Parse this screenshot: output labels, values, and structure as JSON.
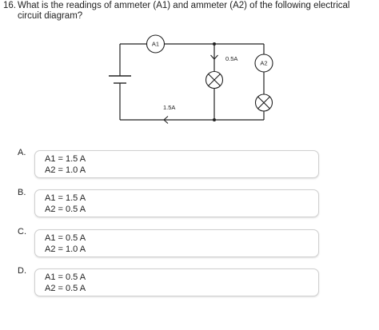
{
  "question": {
    "number": "16.",
    "text": "What is the readings of ammeter (A1) and ammeter (A2) of the following electrical circuit diagram?"
  },
  "circuit": {
    "ammeter1_label": "A1",
    "ammeter2_label": "A2",
    "branch_current_label": "0.5A",
    "main_current_label": "1.5A"
  },
  "options": [
    {
      "letter": "A.",
      "line1": "A1 = 1.5 A",
      "line2": "A2 = 1.0 A"
    },
    {
      "letter": "B.",
      "line1": "A1 = 1.5 A",
      "line2": "A2 = 0.5 A"
    },
    {
      "letter": "C.",
      "line1": "A1 = 0.5 A",
      "line2": "A2 = 1.0 A"
    },
    {
      "letter": "D.",
      "line1": "A1 = 0.5 A",
      "line2": "A2 = 0.5 A"
    }
  ]
}
